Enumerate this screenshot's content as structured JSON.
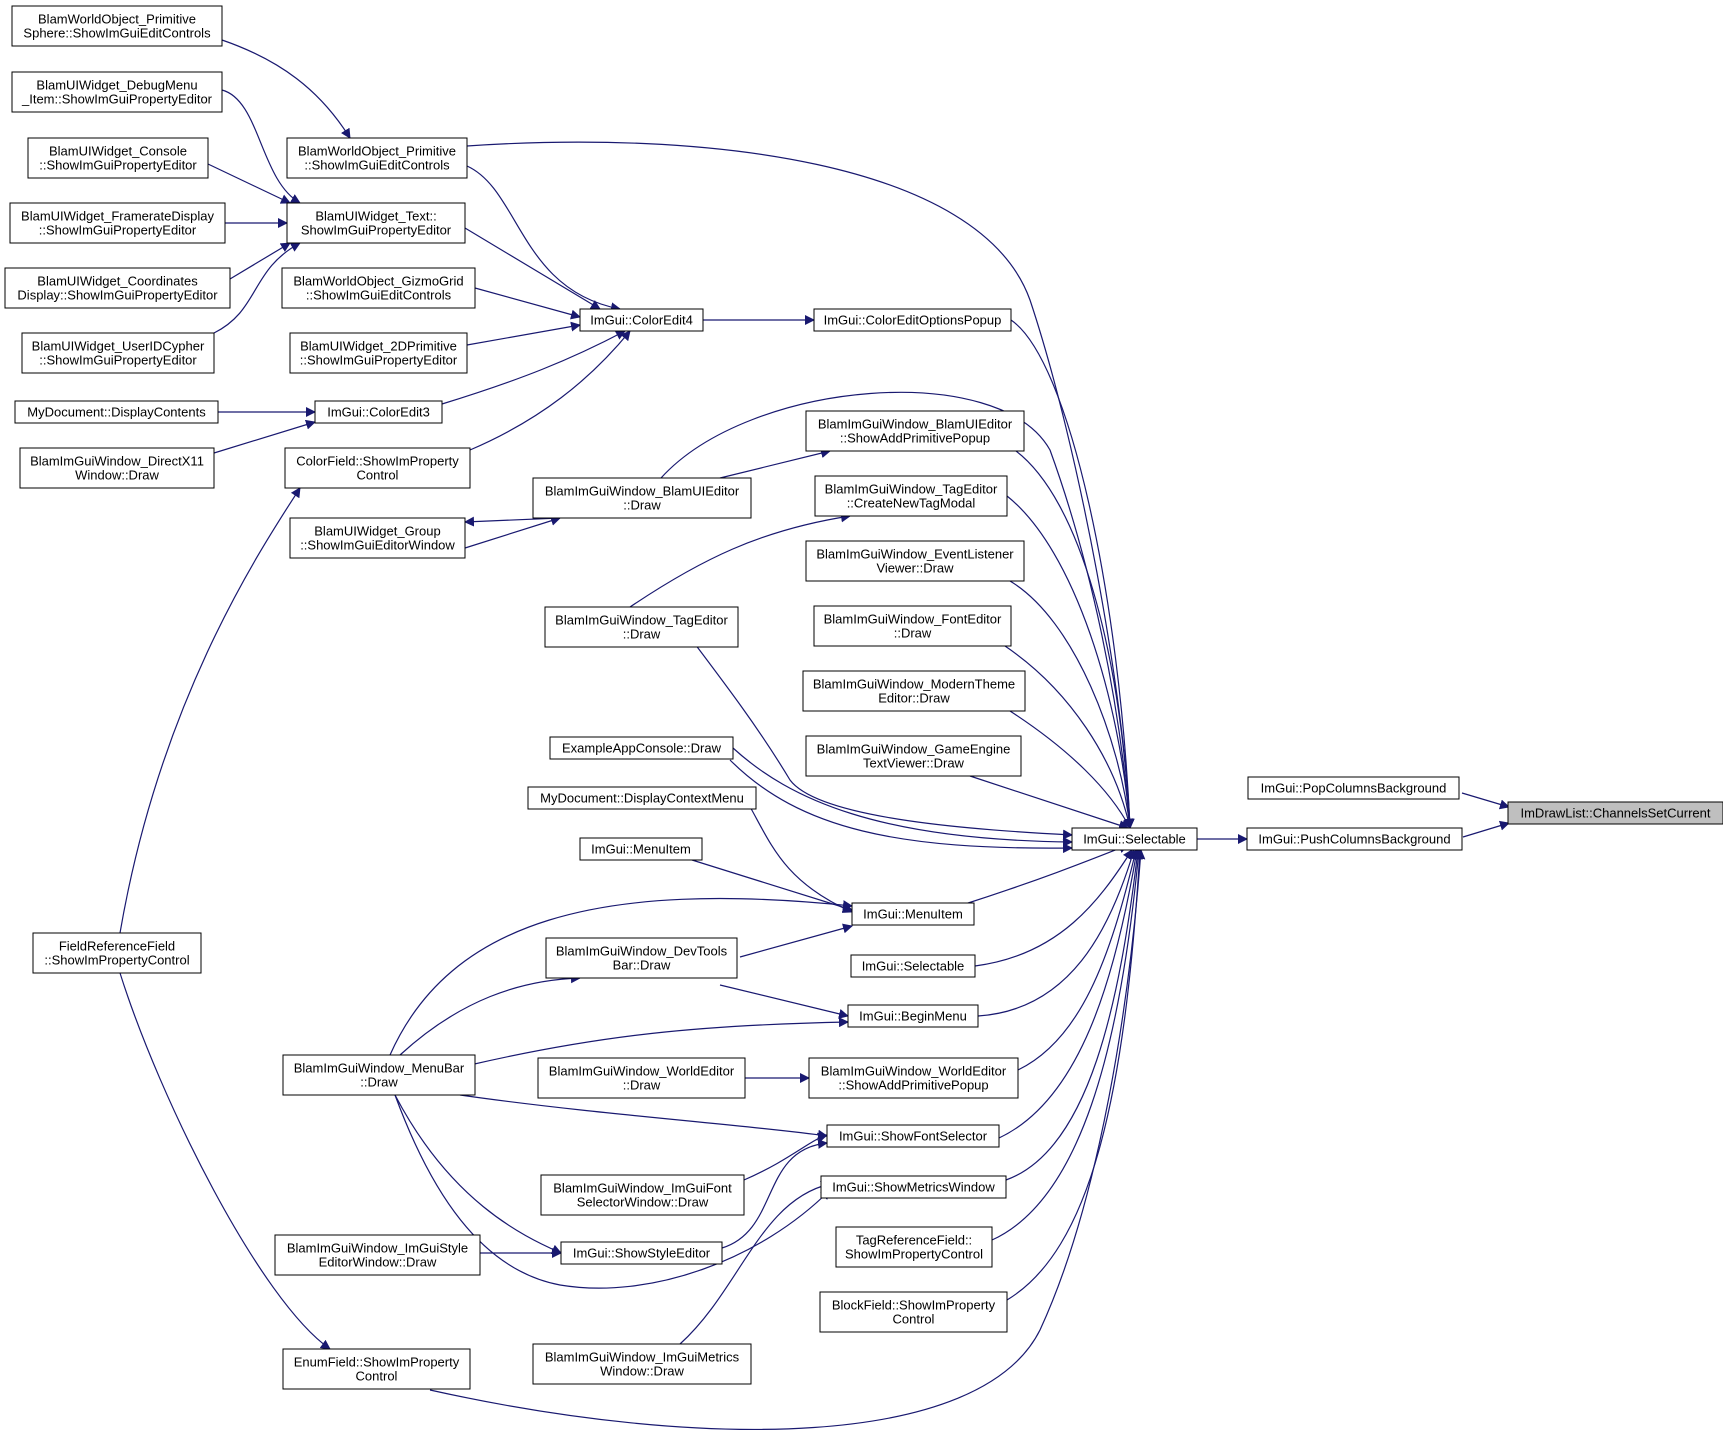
{
  "graph": {
    "colors": {
      "edge": "#191970",
      "node_border": "#000000",
      "node_fill": "#ffffff",
      "highlight_fill": "#bfbfbf"
    },
    "nodes": [
      {
        "id": "n1",
        "lines": [
          "BlamWorldObject_Primitive",
          "Sphere::ShowImGuiEditControls"
        ]
      },
      {
        "id": "n2",
        "lines": [
          "BlamUIWidget_DebugMenu",
          "_Item::ShowImGuiPropertyEditor"
        ]
      },
      {
        "id": "n3",
        "lines": [
          "BlamUIWidget_Console",
          "::ShowImGuiPropertyEditor"
        ]
      },
      {
        "id": "n4",
        "lines": [
          "BlamUIWidget_FramerateDisplay",
          "::ShowImGuiPropertyEditor"
        ]
      },
      {
        "id": "n5",
        "lines": [
          "BlamUIWidget_Coordinates",
          "Display::ShowImGuiPropertyEditor"
        ]
      },
      {
        "id": "n6",
        "lines": [
          "BlamUIWidget_UserIDCypher",
          "::ShowImGuiPropertyEditor"
        ]
      },
      {
        "id": "n7",
        "lines": [
          "MyDocument::DisplayContents"
        ]
      },
      {
        "id": "n8",
        "lines": [
          "BlamImGuiWindow_DirectX11",
          "Window::Draw"
        ]
      },
      {
        "id": "n9",
        "lines": [
          "FieldReferenceField",
          "::ShowImPropertyControl"
        ]
      },
      {
        "id": "n10",
        "lines": [
          "BlamWorldObject_Primitive",
          "::ShowImGuiEditControls"
        ]
      },
      {
        "id": "n11",
        "lines": [
          "BlamUIWidget_Text::",
          "ShowImGuiPropertyEditor"
        ]
      },
      {
        "id": "n12",
        "lines": [
          "BlamWorldObject_GizmoGrid",
          "::ShowImGuiEditControls"
        ]
      },
      {
        "id": "n13",
        "lines": [
          "BlamUIWidget_2DPrimitive",
          "::ShowImGuiPropertyEditor"
        ]
      },
      {
        "id": "n14",
        "lines": [
          "ImGui::ColorEdit3"
        ]
      },
      {
        "id": "n15",
        "lines": [
          "ColorField::ShowImProperty",
          "Control"
        ]
      },
      {
        "id": "n16",
        "lines": [
          "BlamUIWidget_Group",
          "::ShowImGuiEditorWindow"
        ]
      },
      {
        "id": "n17",
        "lines": [
          "BlamImGuiWindow_MenuBar",
          "::Draw"
        ]
      },
      {
        "id": "n18",
        "lines": [
          "BlamImGuiWindow_ImGuiStyle",
          "EditorWindow::Draw"
        ]
      },
      {
        "id": "n19",
        "lines": [
          "EnumField::ShowImProperty",
          "Control"
        ]
      },
      {
        "id": "n20",
        "lines": [
          "ImGui::ColorEdit4"
        ]
      },
      {
        "id": "n21",
        "lines": [
          "BlamImGuiWindow_BlamUIEditor",
          "::Draw"
        ]
      },
      {
        "id": "n22",
        "lines": [
          "BlamImGuiWindow_TagEditor",
          "::Draw"
        ]
      },
      {
        "id": "n23",
        "lines": [
          "ExampleAppConsole::Draw"
        ]
      },
      {
        "id": "n24",
        "lines": [
          "MyDocument::DisplayContextMenu"
        ]
      },
      {
        "id": "n25",
        "lines": [
          "ImGui::MenuItem"
        ]
      },
      {
        "id": "n26",
        "lines": [
          "BlamImGuiWindow_DevTools",
          "Bar::Draw"
        ]
      },
      {
        "id": "n27",
        "lines": [
          "BlamImGuiWindow_WorldEditor",
          "::Draw"
        ]
      },
      {
        "id": "n28",
        "lines": [
          "BlamImGuiWindow_ImGuiFont",
          "SelectorWindow::Draw"
        ]
      },
      {
        "id": "n29",
        "lines": [
          "ImGui::ShowStyleEditor"
        ]
      },
      {
        "id": "n30",
        "lines": [
          "BlamImGuiWindow_ImGuiMetrics",
          "Window::Draw"
        ]
      },
      {
        "id": "n31",
        "lines": [
          "ImGui::ColorEditOptionsPopup"
        ]
      },
      {
        "id": "n32",
        "lines": [
          "BlamImGuiWindow_BlamUIEditor",
          "::ShowAddPrimitivePopup"
        ]
      },
      {
        "id": "n33",
        "lines": [
          "BlamImGuiWindow_TagEditor",
          "::CreateNewTagModal"
        ]
      },
      {
        "id": "n34",
        "lines": [
          "BlamImGuiWindow_EventListener",
          "Viewer::Draw"
        ]
      },
      {
        "id": "n35",
        "lines": [
          "BlamImGuiWindow_FontEditor",
          "::Draw"
        ]
      },
      {
        "id": "n36",
        "lines": [
          "BlamImGuiWindow_ModernTheme",
          "Editor::Draw"
        ]
      },
      {
        "id": "n37",
        "lines": [
          "BlamImGuiWindow_GameEngine",
          "TextViewer::Draw"
        ]
      },
      {
        "id": "n38",
        "lines": [
          "ImGui::MenuItem"
        ]
      },
      {
        "id": "n39",
        "lines": [
          "ImGui::Selectable"
        ]
      },
      {
        "id": "n40",
        "lines": [
          "ImGui::BeginMenu"
        ]
      },
      {
        "id": "n41",
        "lines": [
          "BlamImGuiWindow_WorldEditor",
          "::ShowAddPrimitivePopup"
        ]
      },
      {
        "id": "n42",
        "lines": [
          "ImGui::ShowFontSelector"
        ]
      },
      {
        "id": "n43",
        "lines": [
          "ImGui::ShowMetricsWindow"
        ]
      },
      {
        "id": "n44",
        "lines": [
          "TagReferenceField::",
          "ShowImPropertyControl"
        ]
      },
      {
        "id": "n45",
        "lines": [
          "BlockField::ShowImProperty",
          "Control"
        ]
      },
      {
        "id": "n46",
        "lines": [
          "ImGui::Selectable"
        ]
      },
      {
        "id": "n47",
        "lines": [
          "ImGui::PopColumnsBackground"
        ]
      },
      {
        "id": "n48",
        "lines": [
          "ImGui::PushColumnsBackground"
        ]
      },
      {
        "id": "n49",
        "lines": [
          "ImDrawList::ChannelsSetCurrent"
        ]
      }
    ]
  }
}
